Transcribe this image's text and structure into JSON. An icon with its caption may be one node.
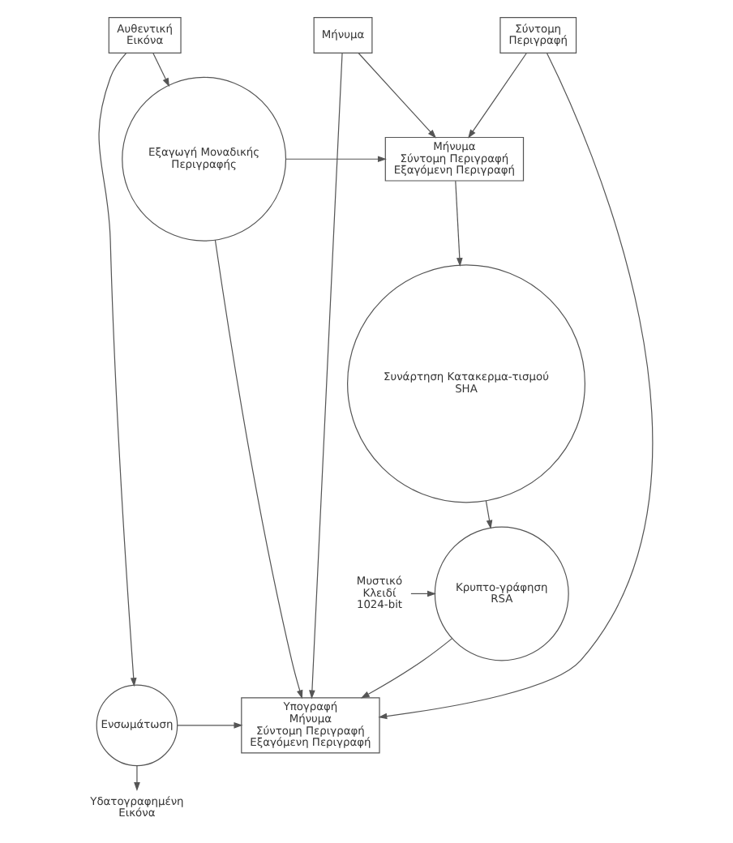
{
  "diagram": {
    "nodes": [
      {
        "text": [
          "Μήνυμα"
        ]
      },
      {
        "text": [
          "Σύντομη Περιγραφή"
        ]
      },
      {
        "text": [
          "Αυθεντική Εικόνα"
        ]
      },
      {
        "text": [
          "Μήνυμα",
          "Σύντομη Περιγραφή",
          "Εξαγόμενη Περιγραφή"
        ]
      },
      {
        "text": [
          "Εξαγωγή Μοναδικής Περιγραφής"
        ]
      },
      {
        "text": [
          "Συνάρτηση Κατακερμα-τισμού SHA"
        ]
      },
      {
        "text": [
          "Μυστικό Κλειδί 1024-bit"
        ]
      },
      {
        "text": [
          "Κρυπτο-γράφηση RSA"
        ]
      },
      {
        "text": [
          "Υπογραφή",
          "Μήνυμα",
          "Σύντομη Περιγραφή",
          "Εξαγόμενη Περιγραφή"
        ]
      },
      {
        "text": [
          "Ενσωμάτωση"
        ]
      },
      {
        "text": [
          "Υδατογραφημένη Εικόνα"
        ]
      }
    ],
    "edges": [
      {
        "from": 0,
        "to": 3,
        "arrow": "to"
      },
      {
        "from": 0,
        "to": 8,
        "arrow": "to"
      },
      {
        "from": 1,
        "to": 3,
        "arrow": "to"
      },
      {
        "from": 1,
        "to": 8,
        "arrow": "to"
      },
      {
        "from": 2,
        "to": 4,
        "arrow": "to"
      },
      {
        "from": 2,
        "to": 9,
        "arrow": "to"
      },
      {
        "from": 4,
        "to": 3,
        "arrow": "to"
      },
      {
        "from": 4,
        "to": 8,
        "arrow": "to"
      },
      {
        "from": 3,
        "to": 5,
        "arrow": "to"
      },
      {
        "from": 5,
        "to": 7,
        "arrow": "to"
      },
      {
        "from": 6,
        "to": 7,
        "arrow": "to"
      },
      {
        "from": 7,
        "to": 8,
        "arrow": "to"
      },
      {
        "from": 9,
        "to": 8,
        "arrow": "to"
      },
      {
        "from": 9,
        "to": 10,
        "arrow": "to"
      }
    ]
  }
}
